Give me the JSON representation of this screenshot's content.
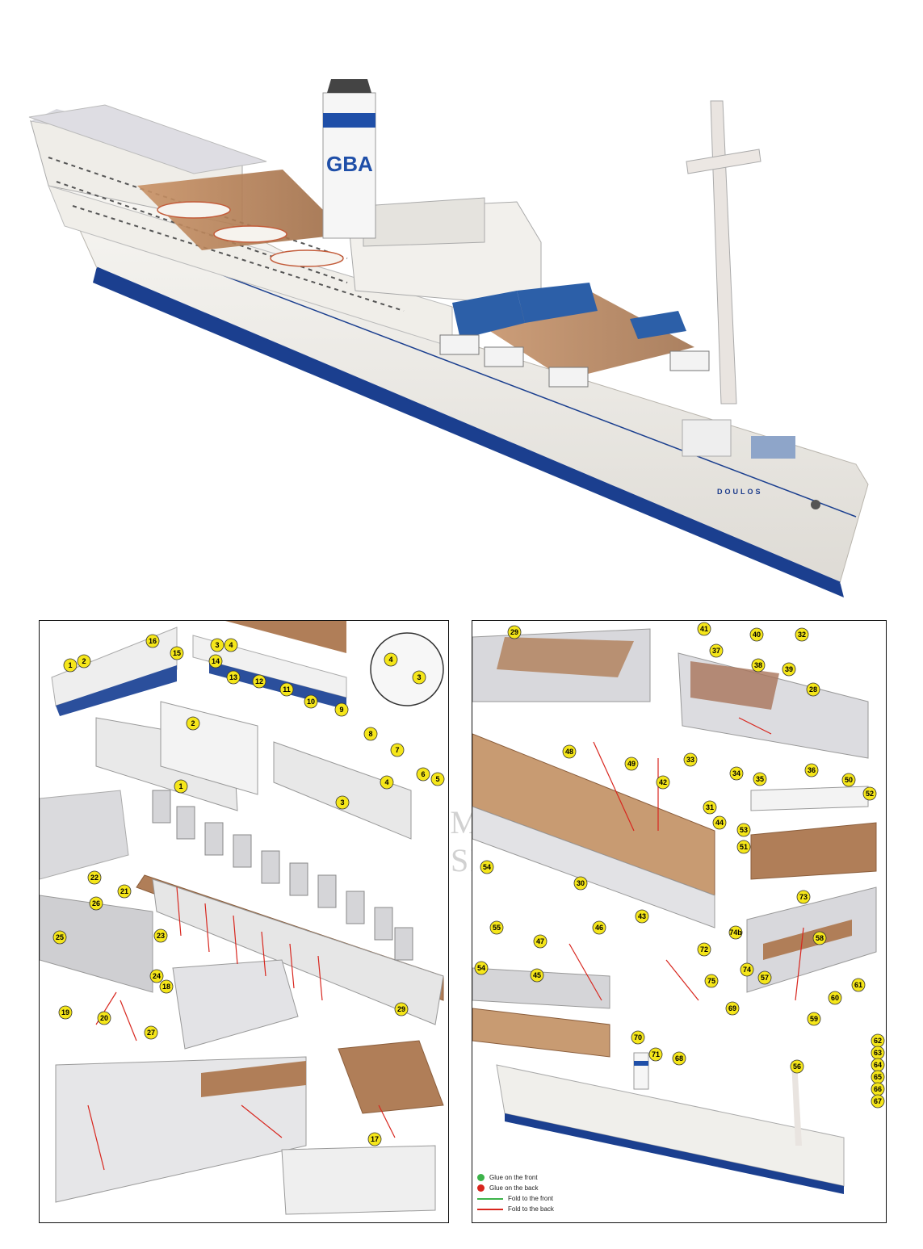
{
  "hero": {
    "ship_name": "DOULOS",
    "funnel_logo": "GBA"
  },
  "watermark": "STEAM BIRD DESIGN",
  "colors": {
    "hull_blue": "#1b3f8f",
    "hull_white": "#f4f2ee",
    "deck_wood": "#b7835a",
    "callout_yellow": "#f5e61a",
    "arrow_red": "#d8261e"
  },
  "left_panel": {
    "callouts": [
      "1",
      "2",
      "3",
      "4",
      "4",
      "3",
      "2",
      "1",
      "4",
      "3",
      "16",
      "15",
      "14",
      "13",
      "12",
      "11",
      "10",
      "9",
      "8",
      "7",
      "6",
      "5",
      "22",
      "21",
      "26",
      "25",
      "23",
      "24",
      "18",
      "19",
      "20",
      "27",
      "29",
      "17"
    ]
  },
  "right_panel": {
    "callouts": [
      "29",
      "41",
      "40",
      "32",
      "37",
      "38",
      "39",
      "28",
      "33",
      "34",
      "35",
      "36",
      "48",
      "49",
      "42",
      "31",
      "44",
      "50",
      "52",
      "53",
      "51",
      "54",
      "30",
      "43",
      "55",
      "46",
      "47",
      "74b",
      "73",
      "58",
      "72",
      "54",
      "45",
      "74",
      "75",
      "57",
      "61",
      "60",
      "59",
      "70",
      "69",
      "71",
      "68",
      "62",
      "63",
      "64",
      "65",
      "66",
      "67",
      "56"
    ]
  },
  "legend": {
    "items": [
      {
        "label": "Glue on the front",
        "color": "#3db34a",
        "kind": "dot"
      },
      {
        "label": "Glue on the back",
        "color": "#d8261e",
        "kind": "dot"
      },
      {
        "label": "Fold to the front",
        "color": "#3db34a",
        "kind": "line"
      },
      {
        "label": "Fold to the back",
        "color": "#d8261e",
        "kind": "line"
      }
    ]
  }
}
